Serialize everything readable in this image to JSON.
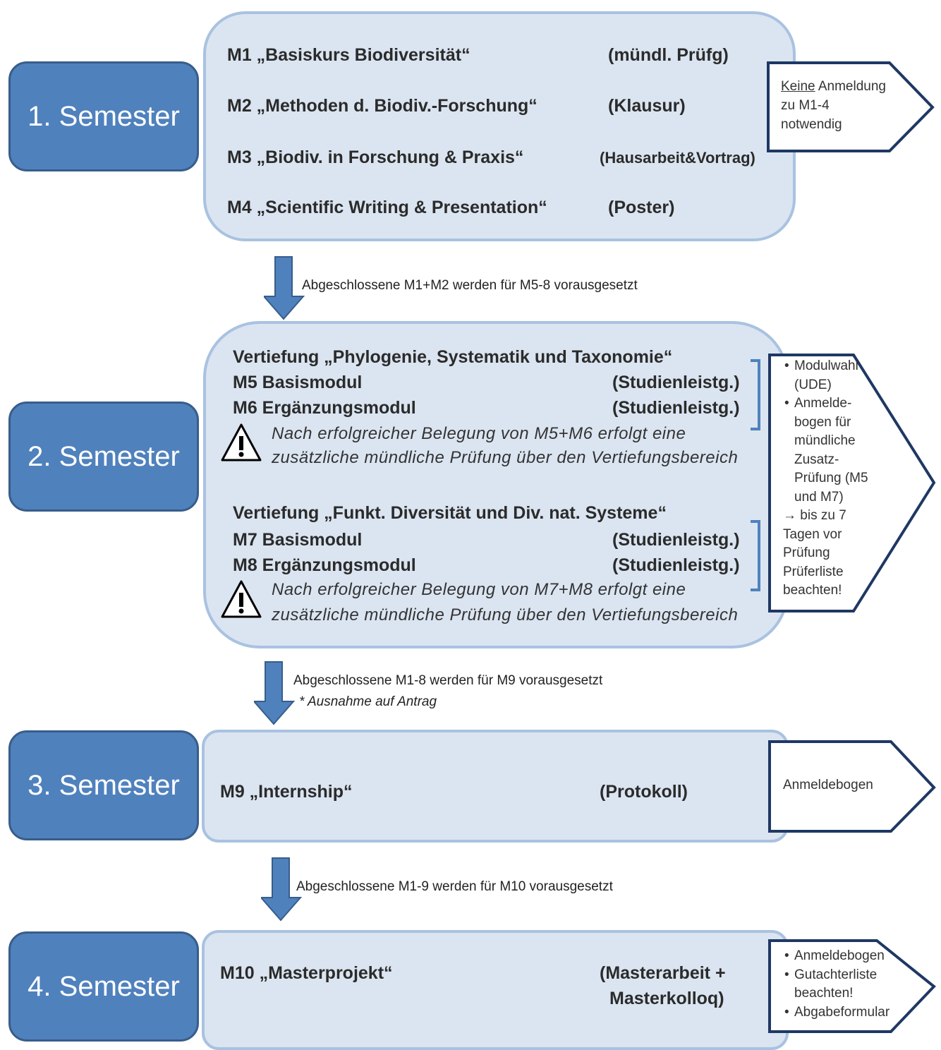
{
  "semesters": [
    "1. Semester",
    "2. Semester",
    "3. Semester",
    "4. Semester"
  ],
  "sem1": {
    "modules": [
      {
        "name": "M1 „Basiskurs Biodiversität“",
        "exam": "(mündl. Prüfg)"
      },
      {
        "name": "M2 „Methoden d. Biodiv.-Forschung“",
        "exam": "(Klausur)"
      },
      {
        "name": "M3 „Biodiv. in Forschung & Praxis“",
        "exam": "(Hausarbeit&Vortrag)"
      },
      {
        "name": "M4 „Scientific Writing & Presentation“",
        "exam": "(Poster)"
      }
    ],
    "side": {
      "keine": "Keine",
      "rest1": " Anmeldung",
      "line2": "zu M1-4",
      "line3": "notwendig"
    }
  },
  "arrow1": "Abgeschlossene M1+M2  werden  für M5-8 vorausgesetzt",
  "sem2": {
    "block1": {
      "heading": "Vertiefung „Phylogenie, Systematik und Taxonomie“",
      "m_a": "M5 Basismodul",
      "m_a_exam": "(Studienleistg.)",
      "m_b": "M6 Ergänzungsmodul",
      "m_b_exam": "(Studienleistg.)",
      "note1": "Nach erfolgreicher  Belegung  von M5+M6  erfolgt eine",
      "note2": "zusätzliche  mündliche  Prüfung über den  Vertiefungsbereich"
    },
    "block2": {
      "heading": "Vertiefung „Funkt. Diversität und Div. nat. Systeme“",
      "m_a": "M7 Basismodul",
      "m_a_exam": "(Studienleistg.)",
      "m_b": "M8 Ergänzungsmodul",
      "m_b_exam": "(Studienleistg.)",
      "note1": "Nach erfolgreicher  Belegung  von M7+M8  erfolgt  eine",
      "note2": "zusätzliche  mündliche  Prüfung über den  Vertiefungsbereich"
    },
    "side": {
      "b1a": "Modulwahl",
      "b1b": "(UDE)",
      "b2a": "Anmelde-",
      "b2b": "bogen für",
      "b2c": "mündliche",
      "b2d": "Zusatz-",
      "b2e": "Prüfung (M5",
      "b2f": "und M7)",
      "l1": "→ bis  zu  7",
      "l2": "Tagen vor",
      "l3": "Prüfung",
      "l4": "Prüferliste",
      "l5": "beachten!"
    }
  },
  "arrow2": {
    "text": "Abgeschlossene M1-8 werden  für M9 vorausgesetzt",
    "note": "* Ausnahme auf Antrag"
  },
  "sem3": {
    "module": "M9 „Internship“",
    "exam": "(Protokoll)",
    "side": "Anmeldebogen"
  },
  "arrow3": "Abgeschlossene M1-9 werden  für M10 vorausgesetzt",
  "sem4": {
    "module": "M10 „Masterprojekt“",
    "exam1": "(Masterarbeit +",
    "exam2": "Masterkolloq)",
    "side": [
      "Anmeldebogen",
      "Gutachterliste",
      "beachten!",
      "Abgabeformular"
    ]
  },
  "colors": {
    "semester": "#4f81bd",
    "panel": "#dbe5f1",
    "panel_border": "#a9c2e0",
    "outline": "#1f3864",
    "brace": "#4f81bd"
  }
}
